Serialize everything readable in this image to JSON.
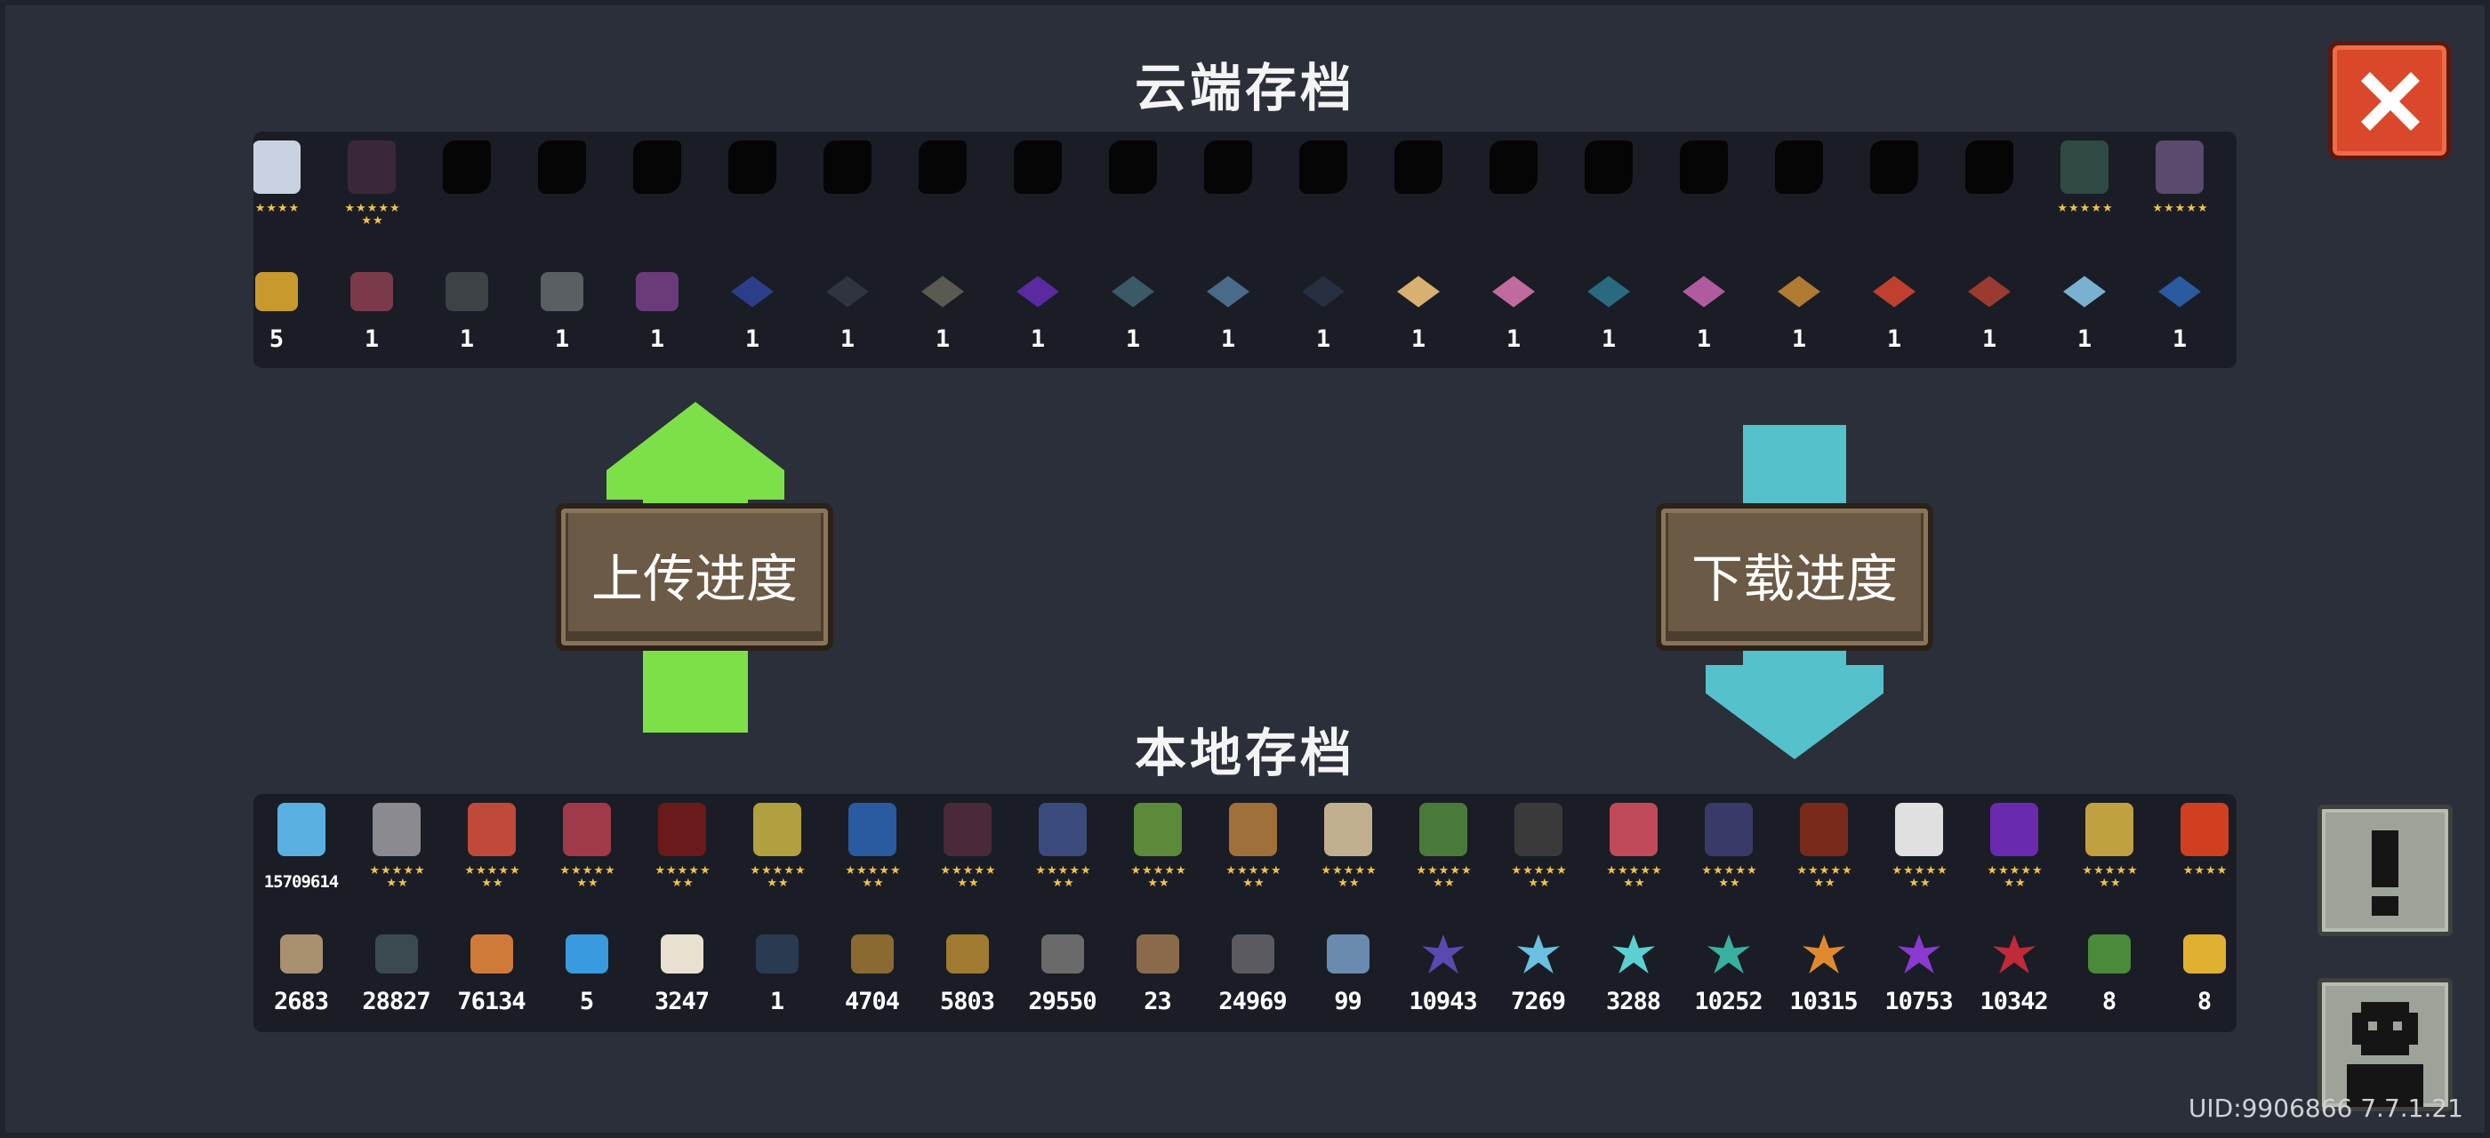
{
  "cloud": {
    "title": "云端存档",
    "characters": [
      {
        "color": "#c9d2e0",
        "stars": "★★★★",
        "silhouette": false
      },
      {
        "color": "#3a2838",
        "stars": "★★★★★\n★★",
        "silhouette": false
      },
      {
        "color": "#050506",
        "stars": "",
        "silhouette": true
      },
      {
        "color": "#050506",
        "stars": "",
        "silhouette": true
      },
      {
        "color": "#050506",
        "stars": "",
        "silhouette": true
      },
      {
        "color": "#050506",
        "stars": "",
        "silhouette": true
      },
      {
        "color": "#050506",
        "stars": "",
        "silhouette": true
      },
      {
        "color": "#050506",
        "stars": "",
        "silhouette": true
      },
      {
        "color": "#050506",
        "stars": "",
        "silhouette": true
      },
      {
        "color": "#050506",
        "stars": "",
        "silhouette": true
      },
      {
        "color": "#050506",
        "stars": "",
        "silhouette": true
      },
      {
        "color": "#050506",
        "stars": "",
        "silhouette": true
      },
      {
        "color": "#050506",
        "stars": "",
        "silhouette": true
      },
      {
        "color": "#050506",
        "stars": "",
        "silhouette": true
      },
      {
        "color": "#050506",
        "stars": "",
        "silhouette": true
      },
      {
        "color": "#050506",
        "stars": "",
        "silhouette": true
      },
      {
        "color": "#050506",
        "stars": "",
        "silhouette": true
      },
      {
        "color": "#050506",
        "stars": "",
        "silhouette": true
      },
      {
        "color": "#050506",
        "stars": "",
        "silhouette": true
      },
      {
        "color": "#2f4a44",
        "stars": "★★★★★",
        "silhouette": false
      },
      {
        "color": "#5a4a6e",
        "stars": "★★★★★",
        "silhouette": false
      }
    ],
    "items": [
      {
        "color": "#c89a2e",
        "count": "5",
        "shape": "box"
      },
      {
        "color": "#7a3a4a",
        "count": "1",
        "shape": "box"
      },
      {
        "color": "#3c4246",
        "count": "1",
        "shape": "box"
      },
      {
        "color": "#5a5f64",
        "count": "1",
        "shape": "box"
      },
      {
        "color": "#6a3a7a",
        "count": "1",
        "shape": "box"
      },
      {
        "color": "#2c3e8a",
        "count": "1",
        "shape": "disk"
      },
      {
        "color": "#2f3440",
        "count": "1",
        "shape": "disk"
      },
      {
        "color": "#5b5a50",
        "count": "1",
        "shape": "disk"
      },
      {
        "color": "#5a2aa0",
        "count": "1",
        "shape": "disk"
      },
      {
        "color": "#3a5a66",
        "count": "1",
        "shape": "disk"
      },
      {
        "color": "#4a6a8a",
        "count": "1",
        "shape": "disk"
      },
      {
        "color": "#263040",
        "count": "1",
        "shape": "disk"
      },
      {
        "color": "#d8b070",
        "count": "1",
        "shape": "disk"
      },
      {
        "color": "#c06aa0",
        "count": "1",
        "shape": "disk"
      },
      {
        "color": "#2a6a80",
        "count": "1",
        "shape": "disk"
      },
      {
        "color": "#b05aa0",
        "count": "1",
        "shape": "disk"
      },
      {
        "color": "#b07a30",
        "count": "1",
        "shape": "disk"
      },
      {
        "color": "#c04030",
        "count": "1",
        "shape": "disk"
      },
      {
        "color": "#9a3a30",
        "count": "1",
        "shape": "disk"
      },
      {
        "color": "#7ab0d0",
        "count": "1",
        "shape": "disk"
      },
      {
        "color": "#2a5aa0",
        "count": "1",
        "shape": "disk"
      }
    ]
  },
  "local": {
    "title": "本地存档",
    "characters": [
      {
        "color": "#5ab0e0",
        "stars": "",
        "count": "15709614"
      },
      {
        "color": "#8a8a90",
        "stars": "★★★★★\n★★"
      },
      {
        "color": "#c04a3a",
        "stars": "★★★★★\n★★"
      },
      {
        "color": "#a03a4a",
        "stars": "★★★★★\n★★"
      },
      {
        "color": "#6a1a1a",
        "stars": "★★★★★\n★★"
      },
      {
        "color": "#b0a040",
        "stars": "★★★★★\n★★"
      },
      {
        "color": "#2a5aa0",
        "stars": "★★★★★\n★★"
      },
      {
        "color": "#4a2a3a",
        "stars": "★★★★★\n★★"
      },
      {
        "color": "#3a4a7a",
        "stars": "★★★★★\n★★"
      },
      {
        "color": "#5a8a3a",
        "stars": "★★★★★\n★★"
      },
      {
        "color": "#a0703a",
        "stars": "★★★★★\n★★"
      },
      {
        "color": "#c0b090",
        "stars": "★★★★★\n★★"
      },
      {
        "color": "#4a7a3a",
        "stars": "★★★★★\n★★"
      },
      {
        "color": "#3a3a3a",
        "stars": "★★★★★\n★★"
      },
      {
        "color": "#c04a5a",
        "stars": "★★★★★\n★★"
      },
      {
        "color": "#3a3a6a",
        "stars": "★★★★★\n★★"
      },
      {
        "color": "#7a2a1a",
        "stars": "★★★★★\n★★"
      },
      {
        "color": "#e0e0e0",
        "stars": "★★★★★\n★★"
      },
      {
        "color": "#6a2ab0",
        "stars": "★★★★★\n★★"
      },
      {
        "color": "#c0a040",
        "stars": "★★★★★\n★★"
      },
      {
        "color": "#d04020",
        "stars": "★★★★"
      }
    ],
    "items": [
      {
        "color": "#a89070",
        "count": "2683",
        "shape": "box"
      },
      {
        "color": "#3a4a50",
        "count": "28827",
        "shape": "box"
      },
      {
        "color": "#d07a3a",
        "count": "76134",
        "shape": "box"
      },
      {
        "color": "#3a9ae0",
        "count": "5",
        "shape": "box"
      },
      {
        "color": "#e8e0d0",
        "count": "3247",
        "shape": "box"
      },
      {
        "color": "#2a3a50",
        "count": "1",
        "shape": "box"
      },
      {
        "color": "#8a6a30",
        "count": "4704",
        "shape": "box"
      },
      {
        "color": "#a07a30",
        "count": "5803",
        "shape": "box"
      },
      {
        "color": "#6a6a6a",
        "count": "29550",
        "shape": "box"
      },
      {
        "color": "#8a6a4a",
        "count": "23",
        "shape": "box"
      },
      {
        "color": "#5a5a60",
        "count": "24969",
        "shape": "box"
      },
      {
        "color": "#6a8ab0",
        "count": "99",
        "shape": "box"
      },
      {
        "color": "#5a4ab0",
        "count": "10943",
        "shape": "gem"
      },
      {
        "color": "#6ac0e0",
        "count": "7269",
        "shape": "gem"
      },
      {
        "color": "#5ad0d0",
        "count": "3288",
        "shape": "gem"
      },
      {
        "color": "#3ab0a0",
        "count": "10252",
        "shape": "gem"
      },
      {
        "color": "#e08a30",
        "count": "10315",
        "shape": "gem"
      },
      {
        "color": "#8a3ad0",
        "count": "10753",
        "shape": "gem"
      },
      {
        "color": "#c02a3a",
        "count": "10342",
        "shape": "gem"
      },
      {
        "color": "#4a8a3a",
        "count": "8",
        "shape": "box"
      },
      {
        "color": "#e0b030",
        "count": "8",
        "shape": "box"
      }
    ]
  },
  "buttons": {
    "upload": "上传进度",
    "download": "下载进度"
  },
  "colors": {
    "upload_arrow": "#7ee048",
    "download_arrow": "#55c1cc",
    "close": "#d9482a"
  },
  "uid": "UID:9906866 7.7.1.21"
}
